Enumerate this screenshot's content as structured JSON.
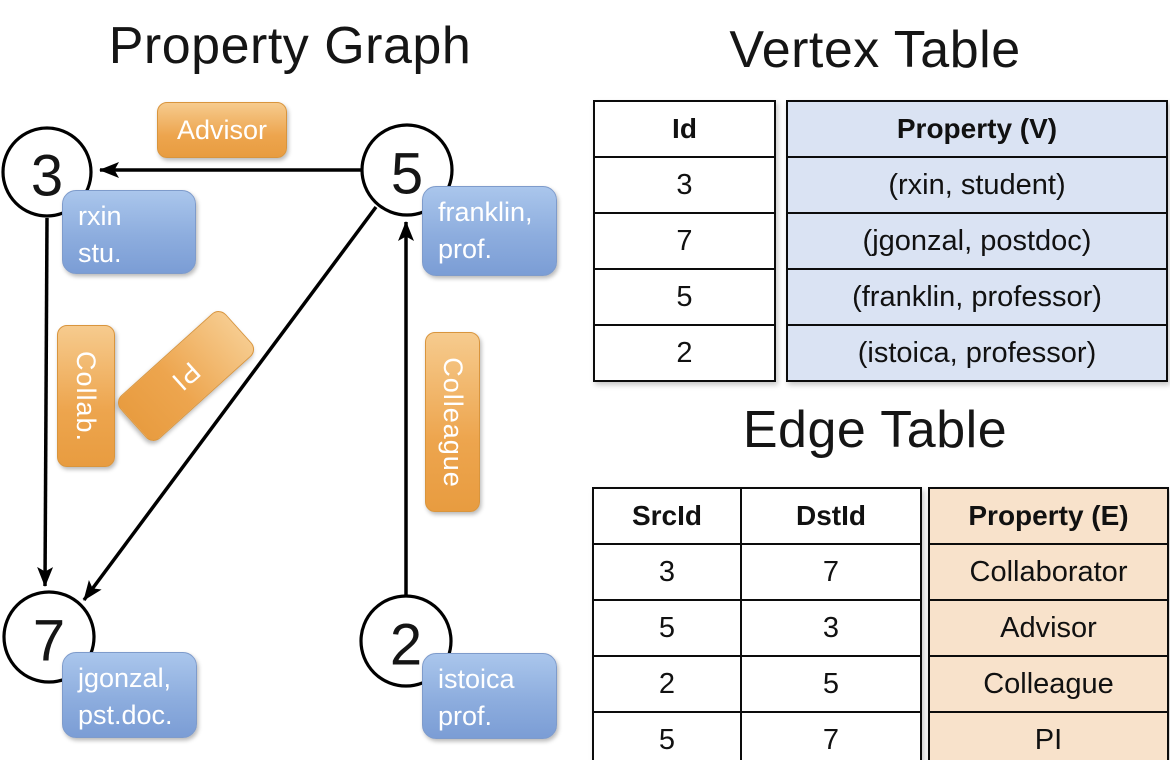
{
  "titles": {
    "graph": "Property Graph",
    "vertex": "Vertex Table",
    "edge": "Edge Table"
  },
  "graph": {
    "nodes": {
      "n3": {
        "id": "3",
        "prop": [
          "rxin",
          "stu."
        ]
      },
      "n5": {
        "id": "5",
        "prop": [
          "franklin,",
          "prof."
        ]
      },
      "n7": {
        "id": "7",
        "prop": [
          "jgonzal,",
          "pst.doc."
        ]
      },
      "n2": {
        "id": "2",
        "prop": [
          "istoica",
          "prof."
        ]
      }
    },
    "edge_labels": {
      "advisor": "Advisor",
      "collab": "Collab.",
      "pi": "PI",
      "colleague": "Colleague"
    },
    "edges": [
      {
        "from": "5",
        "to": "3",
        "label": "Advisor"
      },
      {
        "from": "3",
        "to": "7",
        "label": "Collab."
      },
      {
        "from": "5",
        "to": "7",
        "label": "PI"
      },
      {
        "from": "2",
        "to": "5",
        "label": "Colleague"
      }
    ]
  },
  "vertex_table": {
    "columns": {
      "id": "Id",
      "property": "Property (V)"
    },
    "rows": [
      {
        "id": "3",
        "property": "(rxin, student)"
      },
      {
        "id": "7",
        "property": "(jgonzal, postdoc)"
      },
      {
        "id": "5",
        "property": "(franklin, professor)"
      },
      {
        "id": "2",
        "property": "(istoica, professor)"
      }
    ]
  },
  "edge_table": {
    "columns": {
      "src": "SrcId",
      "dst": "DstId",
      "property": "Property (E)"
    },
    "rows": [
      {
        "src": "3",
        "dst": "7",
        "property": "Collaborator"
      },
      {
        "src": "5",
        "dst": "3",
        "property": "Advisor"
      },
      {
        "src": "2",
        "dst": "5",
        "property": "Colleague"
      },
      {
        "src": "5",
        "dst": "7",
        "property": "PI"
      }
    ]
  },
  "colors": {
    "edge_label_top": "#f6cb8e",
    "edge_label_bottom": "#e89c40",
    "vertex_label_top": "#aac6ec",
    "vertex_label_bottom": "#7b9dd5",
    "vertex_table_fill": "#dae3f3",
    "edge_table_fill": "#f8e2cb",
    "line": "#000000",
    "text": "#111111"
  }
}
